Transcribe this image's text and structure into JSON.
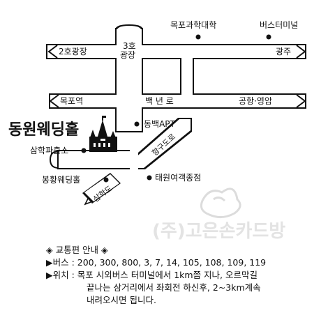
{
  "map": {
    "places": {
      "mokpo_science_univ": "목포과학대학",
      "bus_terminal": "버스터미널",
      "dongbaek_apt": "동백APT",
      "taewon_passenger": "태원여객종점",
      "samhak_police": "삼학파출소"
    },
    "directions": {
      "ho2_plaza": "2호광장",
      "gwangju": "광주",
      "mokpo_station": "목포역",
      "airport_yeongam": "공항·영암",
      "samhakdo": "삼학도"
    },
    "roads": {
      "baeknyeon_ro": "백 년 로",
      "hanggu_road": "항구도로"
    },
    "plaza3": {
      "line1": "3호",
      "line2": "광장"
    },
    "bonghwang": "봉황웨딩홀",
    "venue_name": "동원웨딩홀",
    "watermark": "(주)고은손카드방"
  },
  "info": {
    "title": "◈ 교통편 안내 ◈",
    "bus_label": "▶버스 : ",
    "bus_routes": "200, 300, 800, 3, 7, 14, 105, 108, 109, 119",
    "loc_label": "▶위치 : ",
    "loc_line1": "목포 시외버스 터미널에서 1km쯤 지나, 오르막길",
    "loc_line2": "끝나는 삼거리에서 좌회전 하신후, 2~3km계속",
    "loc_line3": "내려오시면 됩니다."
  },
  "colors": {
    "ink": "#111111",
    "watermark": "#e3e3e3"
  }
}
